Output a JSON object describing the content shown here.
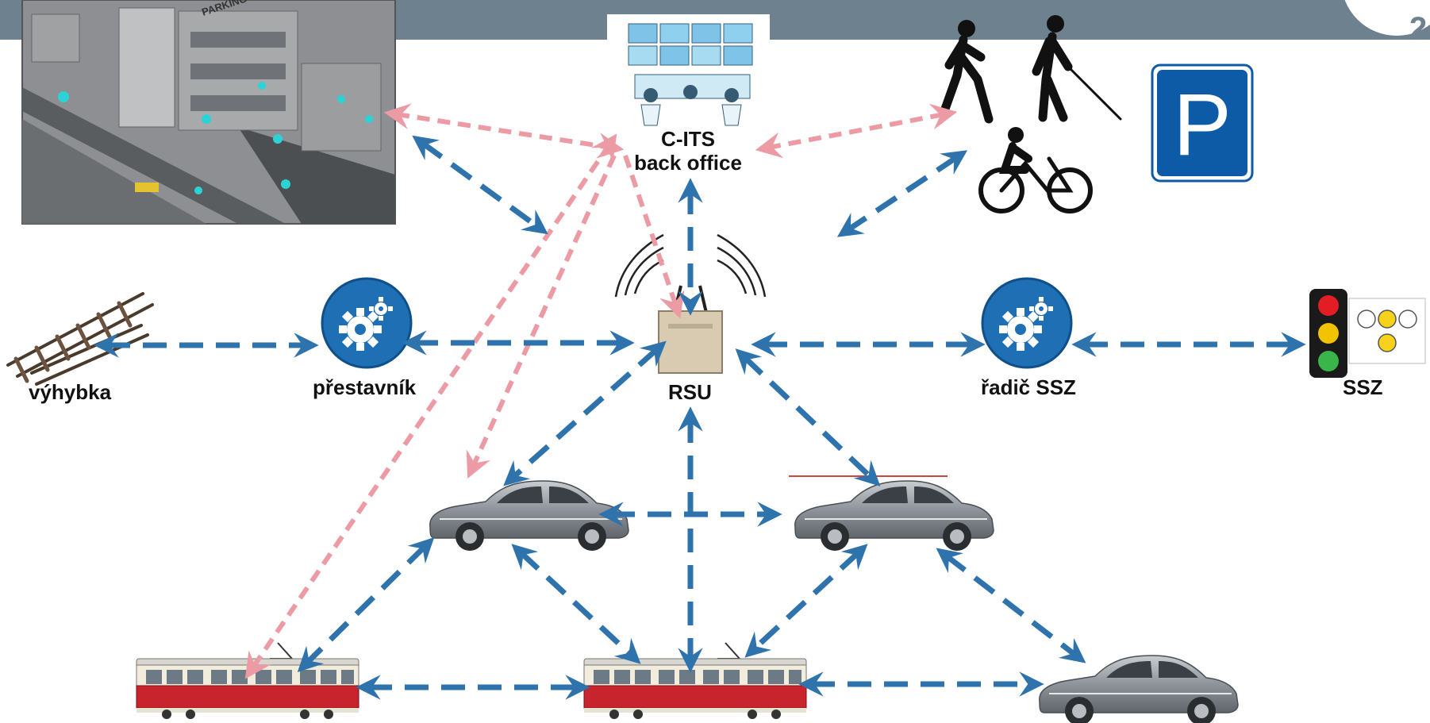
{
  "labels": {
    "back_office_line1": "C-ITS",
    "back_office_line2": "back office",
    "rsu": "RSU",
    "switch": "výhybka",
    "switch_actuator": "přestavník",
    "signal_controller": "řadič SSZ",
    "signal": "SSZ",
    "parking_sign": "P"
  },
  "colors": {
    "topbar": "#6d818e",
    "v2x_link": "#2f73ad",
    "cellular_link": "#ec9aa4",
    "gear_node": "#1f6fb5",
    "parking_sign": "#0d5aa7",
    "tram_red": "#c8242d"
  },
  "icons": {
    "parking_house": "parking-garage-illustration",
    "back_office": "control-room-icon",
    "pedestrians": "pedestrian-cyclist-icon",
    "parking": "parking-sign-icon",
    "switch": "rail-switch-icon",
    "switch_actuator": "gear-icon",
    "rsu": "roadside-unit-icon",
    "signal_controller": "gear-icon",
    "signal": "traffic-light-icon",
    "vehicles": "car-icon",
    "trams": "tram-icon"
  }
}
